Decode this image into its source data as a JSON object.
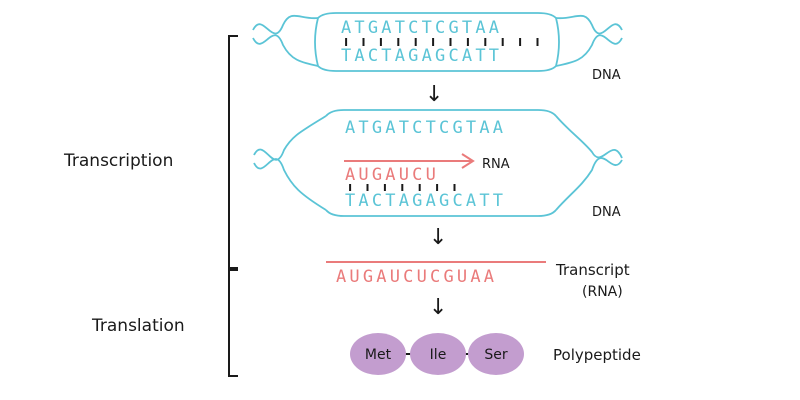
{
  "colors": {
    "dna": "#5bc4d6",
    "rna": "#ea7b7b",
    "protein": "#c39dcf",
    "ink": "#1a1a1a"
  },
  "dna1": {
    "top": "ATGATCTCGTAA",
    "bottom": "TACTAGAGCATT",
    "label": "DNA"
  },
  "dna2": {
    "top": "ATGATCTCGTAA",
    "rna": "AUGAUCU",
    "rna_label": "RNA",
    "bottom": "TACTAGAGCATT",
    "label": "DNA"
  },
  "transcript": {
    "sequence": "AUGAUCUCGUAA",
    "label_line1": "Transcript",
    "label_line2": "(RNA)"
  },
  "polypeptide": {
    "residues": [
      "Met",
      "Ile",
      "Ser"
    ],
    "label": "Polypeptide"
  },
  "stages": {
    "transcription": "Transcription",
    "translation": "Translation"
  },
  "arrows": [
    "↓",
    "↓",
    "↓"
  ]
}
